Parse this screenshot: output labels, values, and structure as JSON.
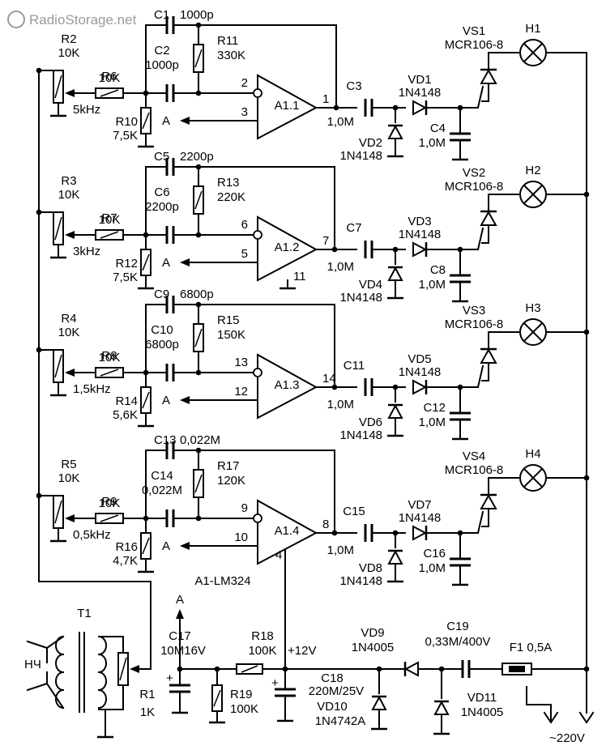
{
  "watermark": "RadioStorage.net",
  "ic_title": "A1-LM324",
  "channels": [
    {
      "pot": {
        "ref": "R2",
        "val": "10K",
        "freq": "5kHz"
      },
      "r_in": {
        "ref": "R6",
        "val": "10K"
      },
      "r_gnd": {
        "ref": "R10",
        "val": "7,5K"
      },
      "c_fb": {
        "ref": "C1",
        "val": "1000p"
      },
      "r_fb": {
        "ref": "R11",
        "val": "330K"
      },
      "c_in": {
        "ref": "C2",
        "val": "1000p"
      },
      "opamp": "A1.1",
      "pin_inv": "2",
      "pin_non": "3",
      "pin_out": "1",
      "pin_gnd": "",
      "pin_vcc": "",
      "c_out": {
        "ref": "C3",
        "val": "1,0M"
      },
      "d_ser": {
        "ref": "VD1",
        "val": "1N4148"
      },
      "d_sh": {
        "ref": "VD2",
        "val": "1N4148"
      },
      "c_f": {
        "ref": "C4",
        "val": "1,0M"
      },
      "thy": {
        "ref": "VS1",
        "val": "MCR106-8"
      },
      "lamp": "H1",
      "ref_label": "A"
    },
    {
      "pot": {
        "ref": "R3",
        "val": "10K",
        "freq": "3kHz"
      },
      "r_in": {
        "ref": "R7",
        "val": "10K"
      },
      "r_gnd": {
        "ref": "R12",
        "val": "7,5K"
      },
      "c_fb": {
        "ref": "C5",
        "val": "2200p"
      },
      "r_fb": {
        "ref": "R13",
        "val": "220K"
      },
      "c_in": {
        "ref": "C6",
        "val": "2200p"
      },
      "opamp": "A1.2",
      "pin_inv": "6",
      "pin_non": "5",
      "pin_out": "7",
      "pin_gnd": "11",
      "pin_vcc": "",
      "c_out": {
        "ref": "C7",
        "val": "1,0M"
      },
      "d_ser": {
        "ref": "VD3",
        "val": "1N4148"
      },
      "d_sh": {
        "ref": "VD4",
        "val": "1N4148"
      },
      "c_f": {
        "ref": "C8",
        "val": "1,0M"
      },
      "thy": {
        "ref": "VS2",
        "val": "MCR106-8"
      },
      "lamp": "H2",
      "ref_label": "A"
    },
    {
      "pot": {
        "ref": "R4",
        "val": "10K",
        "freq": "1,5kHz"
      },
      "r_in": {
        "ref": "R8",
        "val": "10K"
      },
      "r_gnd": {
        "ref": "R14",
        "val": "5,6K"
      },
      "c_fb": {
        "ref": "C9",
        "val": "6800p"
      },
      "r_fb": {
        "ref": "R15",
        "val": "150K"
      },
      "c_in": {
        "ref": "C10",
        "val": "6800p"
      },
      "opamp": "A1.3",
      "pin_inv": "13",
      "pin_non": "12",
      "pin_out": "14",
      "pin_gnd": "",
      "pin_vcc": "",
      "c_out": {
        "ref": "C11",
        "val": "1,0M"
      },
      "d_ser": {
        "ref": "VD5",
        "val": "1N4148"
      },
      "d_sh": {
        "ref": "VD6",
        "val": "1N4148"
      },
      "c_f": {
        "ref": "C12",
        "val": "1,0M"
      },
      "thy": {
        "ref": "VS3",
        "val": "MCR106-8"
      },
      "lamp": "H3",
      "ref_label": "A"
    },
    {
      "pot": {
        "ref": "R5",
        "val": "10K",
        "freq": "0,5kHz"
      },
      "r_in": {
        "ref": "R9",
        "val": "10K"
      },
      "r_gnd": {
        "ref": "R16",
        "val": "4,7K"
      },
      "c_fb": {
        "ref": "C13",
        "val": "0,022M"
      },
      "r_fb": {
        "ref": "R17",
        "val": "120K"
      },
      "c_in": {
        "ref": "C14",
        "val": "0,022M"
      },
      "opamp": "A1.4",
      "pin_inv": "9",
      "pin_non": "10",
      "pin_out": "8",
      "pin_gnd": "",
      "pin_vcc": "4",
      "c_out": {
        "ref": "C15",
        "val": "1,0M"
      },
      "d_ser": {
        "ref": "VD7",
        "val": "1N4148"
      },
      "d_sh": {
        "ref": "VD8",
        "val": "1N4148"
      },
      "c_f": {
        "ref": "C16",
        "val": "1,0M"
      },
      "thy": {
        "ref": "VS4",
        "val": "MCR106-8"
      },
      "lamp": "H4",
      "ref_label": "A"
    }
  ],
  "input": {
    "label": "НЧ",
    "transformer": "T1",
    "pot_ref": "R1",
    "pot_val": "1K"
  },
  "supply": {
    "a_label": "A",
    "c17": {
      "ref": "C17",
      "val": "10M16V"
    },
    "r18": {
      "ref": "R18",
      "val": "100K"
    },
    "r19": {
      "ref": "R19",
      "val": "100K"
    },
    "v12": "+12V",
    "c18": {
      "ref": "C18",
      "val": "220M/25V"
    },
    "vd10": {
      "ref": "VD10",
      "val": "1N4742A"
    },
    "vd9": {
      "ref": "VD9",
      "val": "1N4005"
    },
    "c19": {
      "ref": "C19",
      "val": "0,33M/400V"
    },
    "f1": "F1 0,5A",
    "vd11": {
      "ref": "VD11",
      "val": "1N4005"
    },
    "mains": "~220V"
  }
}
